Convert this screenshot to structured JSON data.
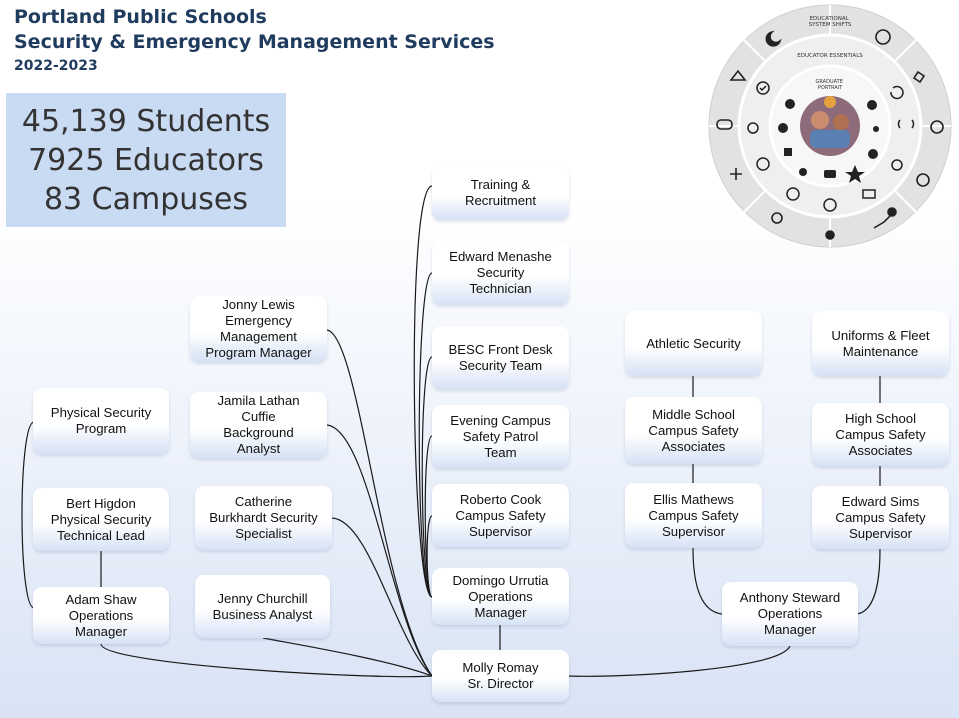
{
  "header": {
    "title_line1": "Portland Public Schools",
    "title_line2": "Security & Emergency Management Services",
    "year": "2022-2023"
  },
  "stats": {
    "students": "45,139 Students",
    "educators": "7925 Educators",
    "campuses": "83 Campuses"
  },
  "wheel": {
    "outer_label": "EDUCATIONAL\nSYSTEM SHIFTS",
    "middle_label": "EDUCATOR ESSENTIALS",
    "inner_label": "GRADUATE\nPORTRAIT"
  },
  "org": {
    "director": "Molly Romay\nSr. Director",
    "left": {
      "physical_security_program": "Physical Security\nProgram",
      "bert_higdon": "Bert Higdon\nPhysical Security\nTechnical Lead",
      "adam_shaw": "Adam Shaw\nOperations\nManager"
    },
    "middle_left": {
      "jonny_lewis": "Jonny Lewis\nEmergency\nManagement\nProgram Manager",
      "jamila_lathan_cuffie": "Jamila Lathan\nCuffie\nBackground\nAnalyst",
      "catherine_burkhardt": "Catherine\nBurkhardt Security\nSpecialist",
      "jenny_churchill": "Jenny Churchill\nBusiness Analyst"
    },
    "center": {
      "training_recruitment": "Training &\nRecruitment",
      "edward_menashe": "Edward Menashe\nSecurity\nTechnician",
      "besc_front_desk": "BESC Front Desk\nSecurity Team",
      "evening_campus_safety": "Evening Campus\nSafety Patrol\nTeam",
      "roberto_cook": "Roberto Cook\nCampus Safety\nSupervisor",
      "domingo_urrutia": "Domingo Urrutia\nOperations\nManager"
    },
    "right": {
      "athletic_security": "Athletic Security",
      "middle_school_csa": "Middle School\nCampus Safety\nAssociates",
      "ellis_mathews": "Ellis Mathews\nCampus Safety\nSupervisor",
      "uniforms_fleet": "Uniforms & Fleet\nMaintenance",
      "high_school_csa": "High School\nCampus Safety\nAssociates",
      "edward_sims": "Edward Sims\nCampus Safety\nSupervisor",
      "anthony_steward": "Anthony Steward\nOperations\nManager"
    }
  },
  "colors": {
    "header_text": "#1f3b5e",
    "stats_bg": "#c9daf3",
    "card_bottom": "#d6e2f5",
    "line": "#1a1a1a"
  }
}
